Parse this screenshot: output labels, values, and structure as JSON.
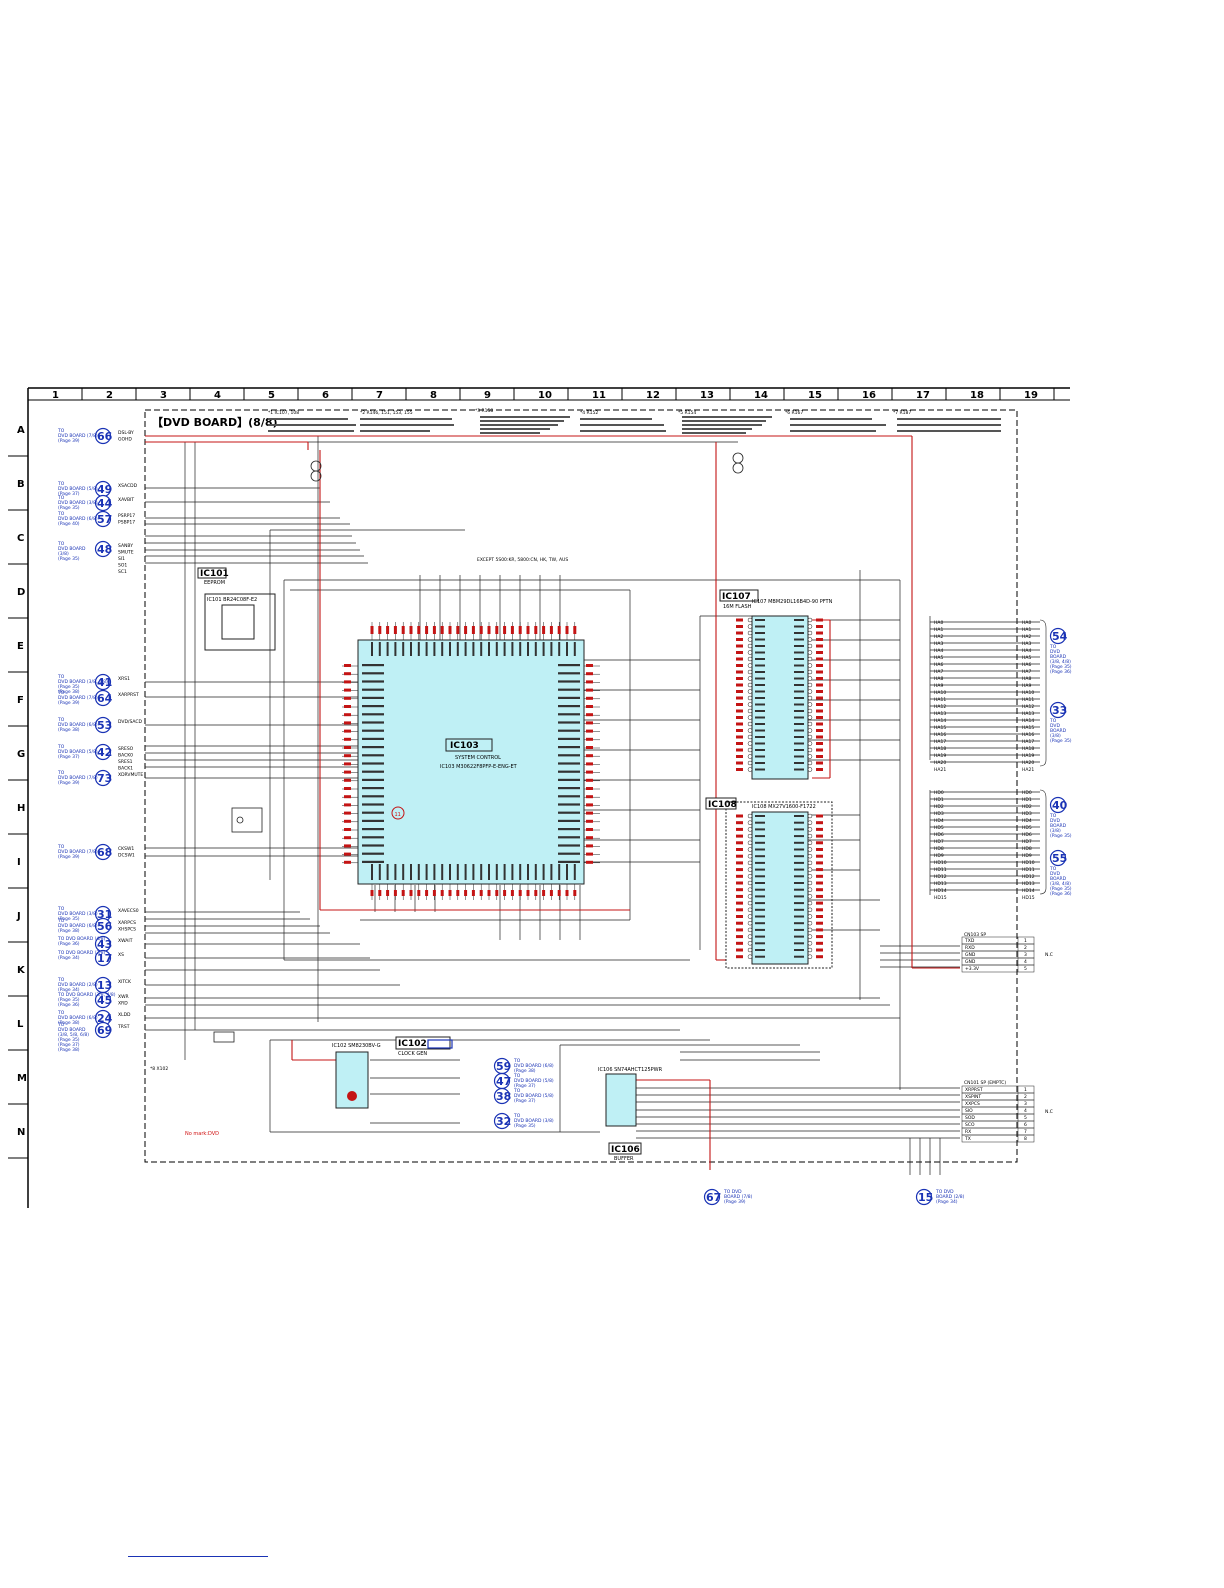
{
  "sheet": {
    "board_title": "【DVD BOARD】(8/8)",
    "columns": [
      "1",
      "2",
      "3",
      "4",
      "5",
      "6",
      "7",
      "8",
      "9",
      "10",
      "11",
      "12",
      "13",
      "14",
      "15",
      "16",
      "17",
      "18",
      "19"
    ],
    "rows": [
      "A",
      "B",
      "C",
      "D",
      "E",
      "F",
      "G",
      "H",
      "I",
      "J",
      "K",
      "L",
      "M",
      "N"
    ]
  },
  "ics": {
    "ic101": {
      "tag": "IC101",
      "name": "EEPROM",
      "part": "IC101 BR24C08F-E2"
    },
    "ic102": {
      "tag": "IC102",
      "name": "CLOCK GEN",
      "part": "IC102 SM8230BV-G"
    },
    "ic103": {
      "tag": "IC103",
      "name": "SYSTEM CONTROL",
      "part": "IC103 M30622F8PFP-E-ENG-ET"
    },
    "ic106": {
      "tag": "IC106",
      "name": "BUFFER",
      "part": "IC106 SN74AHCT125PWR"
    },
    "ic107": {
      "tag": "IC107",
      "name": "16M FLASH",
      "part": "IC107 MBM29DL16B4D-90 PFTN"
    },
    "ic108": {
      "tag": "IC108",
      "name": "",
      "part": "IC108 MX27V1600-F1722"
    }
  },
  "left_connectors": [
    {
      "num": "66",
      "lines": [
        "TO",
        "DVD BOARD (7/8)",
        "(Page 39)"
      ],
      "signals": [
        "DSL-BY",
        "GOHD"
      ]
    },
    {
      "num": "49",
      "lines": [
        "TO",
        "DVD BOARD (5/8)",
        "(Page 37)"
      ],
      "signals": [
        "XSACDD"
      ]
    },
    {
      "num": "44",
      "lines": [
        "TO",
        "DVD BOARD (3/8)",
        "(Page 35)"
      ],
      "signals": [
        "XAVBIT"
      ]
    },
    {
      "num": "57",
      "lines": [
        "TO",
        "DVD BOARD (6/8)",
        "(Page 40)"
      ],
      "signals": [
        "PSRP17",
        "PSBP17"
      ]
    },
    {
      "num": "48",
      "lines": [
        "TO",
        "DVD BOARD",
        "(3/8)",
        "(Page 35)"
      ],
      "signals": [
        "SANBY",
        "SMUTE",
        "SI1",
        "SO1",
        "SC1"
      ]
    },
    {
      "num": "41",
      "lines": [
        "TO",
        "DVD BOARD (3/8, 5/8)",
        "(Page 35)",
        "(Page 38)"
      ],
      "signals": [
        "XRS1"
      ]
    },
    {
      "num": "64",
      "lines": [
        "TO",
        "DVD BOARD (7/8)",
        "(Page 39)"
      ],
      "signals": [
        "XARPRST"
      ]
    },
    {
      "num": "53",
      "lines": [
        "TO",
        "DVD BOARD (6/8)",
        "(Page 38)"
      ],
      "signals": [
        "DVD/SACD"
      ]
    },
    {
      "num": "42",
      "lines": [
        "TO",
        "DVD BOARD (5/8)",
        "(Page 37)"
      ],
      "signals": [
        "SRESO",
        "BACK0",
        "SRES1",
        "BACK1"
      ]
    },
    {
      "num": "73",
      "lines": [
        "TO",
        "DVD BOARD (7/8)",
        "(Page 39)"
      ],
      "signals": [
        "XDRVMUTE"
      ]
    },
    {
      "num": "68",
      "lines": [
        "TO",
        "DVD BOARD (7/8)",
        "(Page 39)"
      ],
      "signals": [
        "CKSW1",
        "DCSW1"
      ]
    },
    {
      "num": "31",
      "lines": [
        "TO",
        "DVD BOARD (3/8)",
        "(Page 35)"
      ],
      "signals": [
        "XAVECS0"
      ]
    },
    {
      "num": "56",
      "lines": [
        "TO",
        "DVD BOARD (6/8)",
        "(Page 38)"
      ],
      "signals": [
        "XARPCS",
        "XHSPCS"
      ]
    },
    {
      "num": "43",
      "lines": [
        "TO DVD BOARD (4/8)",
        "(Page 36)"
      ],
      "signals": [
        "XWAIT"
      ]
    },
    {
      "num": "17",
      "lines": [
        "TO DVD BOARD (2/8)",
        "(Page 34)"
      ],
      "signals": [
        "XS"
      ]
    },
    {
      "num": "13",
      "lines": [
        "TO",
        "DVD BOARD (2/8)",
        "(Page 34)"
      ],
      "signals": [
        "XITCK"
      ]
    },
    {
      "num": "45",
      "lines": [
        "TO DVD BOARD (3/8, 4/8)",
        "(Page 35)",
        "(Page 36)"
      ],
      "signals": [
        "XWR",
        "XRD"
      ]
    },
    {
      "num": "24",
      "lines": [
        "TO",
        "DVD BOARD (6/8)",
        "(Page 38)"
      ],
      "signals": [
        "XLDD"
      ]
    },
    {
      "num": "69",
      "lines": [
        "TO",
        "DVD BOARD",
        "(3/8, 5/8, 6/8)",
        "(Page 35)",
        "(Page 37)",
        "(Page 38)"
      ],
      "signals": [
        "TRST"
      ]
    }
  ],
  "right_connectors": [
    {
      "num": "54",
      "lines": [
        "TO",
        "DVD",
        "BOARD",
        "(3/8, 4/8)",
        "(Page 35)",
        "(Page 36)"
      ]
    },
    {
      "num": "33",
      "lines": [
        "TO",
        "DVD",
        "BOARD",
        "(3/8)",
        "(Page 35)"
      ]
    },
    {
      "num": "40",
      "lines": [
        "TO",
        "DVD",
        "BOARD",
        "(3/8)",
        "(Page 35)"
      ]
    },
    {
      "num": "55",
      "lines": [
        "TO",
        "DVD",
        "BOARD",
        "(3/8, 4/8)",
        "(Page 35)",
        "(Page 36)"
      ]
    }
  ],
  "bottom_connectors": [
    {
      "num": "59",
      "lines": [
        "TO",
        "DVD BOARD (6/8)",
        "(Page 38)"
      ]
    },
    {
      "num": "47",
      "lines": [
        "TO",
        "DVD BOARD (5/8)",
        "(Page 37)"
      ]
    },
    {
      "num": "38",
      "lines": [
        "TO",
        "DVD BOARD (5/8)",
        "(Page 37)"
      ]
    },
    {
      "num": "32",
      "lines": [
        "TO",
        "DVD BOARD (3/8)",
        "(Page 35)"
      ]
    },
    {
      "num": "67",
      "lines": [
        "TO DVD",
        "BOARD (7/8)",
        "(Page 39)"
      ]
    },
    {
      "num": "15",
      "lines": [
        "TO DVD",
        "BOARD (2/8)",
        "(Page 34)"
      ]
    }
  ],
  "address_bus_a": [
    "HA0",
    "HA1",
    "HA2",
    "HA3",
    "HA4",
    "HA5",
    "HA6",
    "HA7",
    "HA8",
    "HA9",
    "HA10",
    "HA11",
    "HA12",
    "HA13",
    "HA14",
    "HA15",
    "HA16",
    "HA17",
    "HA18",
    "HA19",
    "HA20",
    "HA21"
  ],
  "data_bus_d": [
    "HD0",
    "HD1",
    "HD2",
    "HD3",
    "HD4",
    "HD5",
    "HD6",
    "HD7",
    "HD8",
    "HD9",
    "HD10",
    "HD11",
    "HD12",
    "HD13",
    "HD14",
    "HD15"
  ],
  "cn103": {
    "title": "CN103 SP",
    "pins": [
      {
        "n": "1",
        "s": "TXD"
      },
      {
        "n": "2",
        "s": "RXD"
      },
      {
        "n": "3",
        "s": "GND"
      },
      {
        "n": "4",
        "s": "GND"
      },
      {
        "n": "5",
        "s": "+3.3V"
      }
    ],
    "nc": "N.C"
  },
  "cn101": {
    "title": "CN101 SP (EMPTC)",
    "pins": [
      {
        "n": "1",
        "s": "XRPRST"
      },
      {
        "n": "2",
        "s": "XSPINT"
      },
      {
        "n": "3",
        "s": "XXPCS"
      },
      {
        "n": "4",
        "s": "SIO"
      },
      {
        "n": "5",
        "s": "SOD"
      },
      {
        "n": "6",
        "s": "SCO"
      },
      {
        "n": "7",
        "s": "RX"
      },
      {
        "n": "8",
        "s": "TX"
      }
    ],
    "nc": "N.C"
  },
  "notes": {
    "top": [
      "*1 IC107, 108",
      "*2 R146, 151, 153, 155",
      "*3 R158",
      "*4 R152",
      "*5 R154",
      "*6 R167",
      "*7 R187"
    ],
    "except_note": "EXCEPT 5S00:KR, 5800:CN, HK, TW, AUS",
    "x102_note": "*8 X102",
    "no_mark": "No mark:DVD",
    "ic106_label": "BUFFER"
  },
  "colors": {
    "ic_fill": "#bff0f5",
    "ic_border": "#222222",
    "red_net": "#c41414",
    "blue_text": "#1a33b5",
    "wire": "#222222"
  }
}
